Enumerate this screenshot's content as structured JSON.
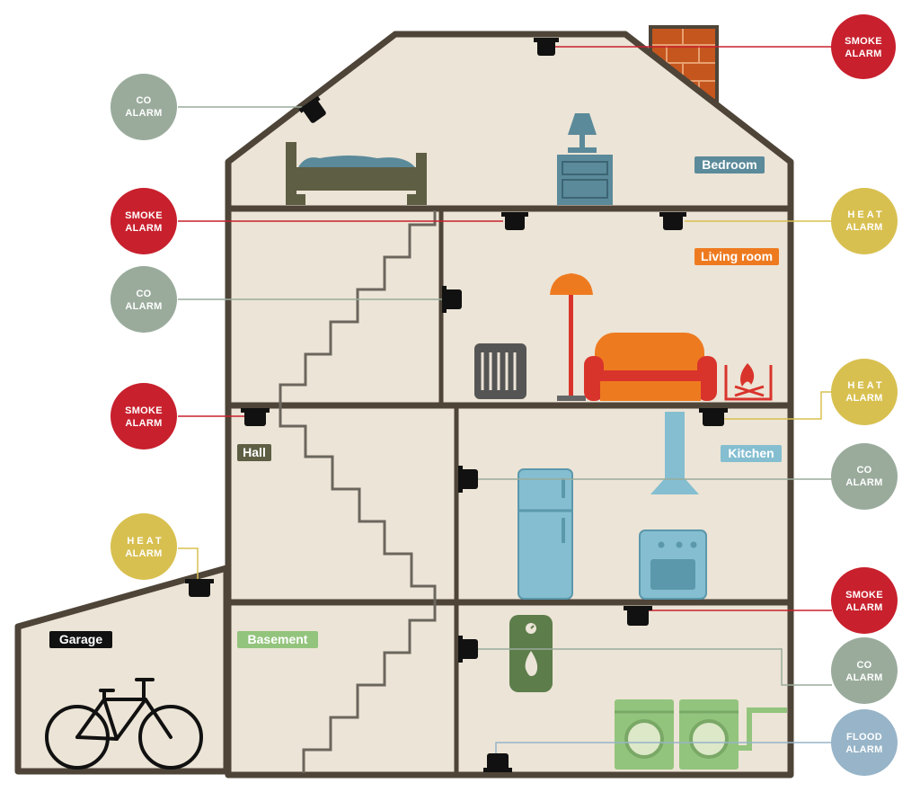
{
  "colors": {
    "wall": "#4e4438",
    "interior": "#ece4d6",
    "smoke": "#c8202d",
    "co": "#9aab9c",
    "heat": "#d8c050",
    "flood": "#97b4c8",
    "detector": "#111111"
  },
  "rooms": {
    "bedroom": {
      "label": "Bedroom",
      "color": "#5b8a9a"
    },
    "living_room": {
      "label": "Living room",
      "color": "#ee7a20"
    },
    "hall": {
      "label": "Hall",
      "color": "#5e5e44"
    },
    "kitchen": {
      "label": "Kitchen",
      "color": "#84bed0"
    },
    "garage": {
      "label": "Garage",
      "color": "#111111"
    },
    "basement": {
      "label": "Basement",
      "color": "#93c47d"
    }
  },
  "alarms": {
    "smoke_top_right": {
      "line1": "SMOKE",
      "line2": "ALARM",
      "type": "smoke"
    },
    "co_top_left": {
      "line1": "CO",
      "line2": "ALARM",
      "type": "co"
    },
    "smoke_left_1": {
      "line1": "SMOKE",
      "line2": "ALARM",
      "type": "smoke"
    },
    "heat_right_1": {
      "line1": "HEAT",
      "line2": "ALARM",
      "type": "heat"
    },
    "co_left_2": {
      "line1": "CO",
      "line2": "ALARM",
      "type": "co"
    },
    "heat_right_2": {
      "line1": "HEAT",
      "line2": "ALARM",
      "type": "heat"
    },
    "smoke_left_3": {
      "line1": "SMOKE",
      "line2": "ALARM",
      "type": "smoke"
    },
    "co_right_3": {
      "line1": "CO",
      "line2": "ALARM",
      "type": "co"
    },
    "heat_left_4": {
      "line1": "HEAT",
      "line2": "ALARM",
      "type": "heat"
    },
    "smoke_right_4": {
      "line1": "SMOKE",
      "line2": "ALARM",
      "type": "smoke"
    },
    "co_right_5": {
      "line1": "CO",
      "line2": "ALARM",
      "type": "co"
    },
    "flood_right_6": {
      "line1": "FLOOD",
      "line2": "ALARM",
      "type": "flood"
    }
  }
}
